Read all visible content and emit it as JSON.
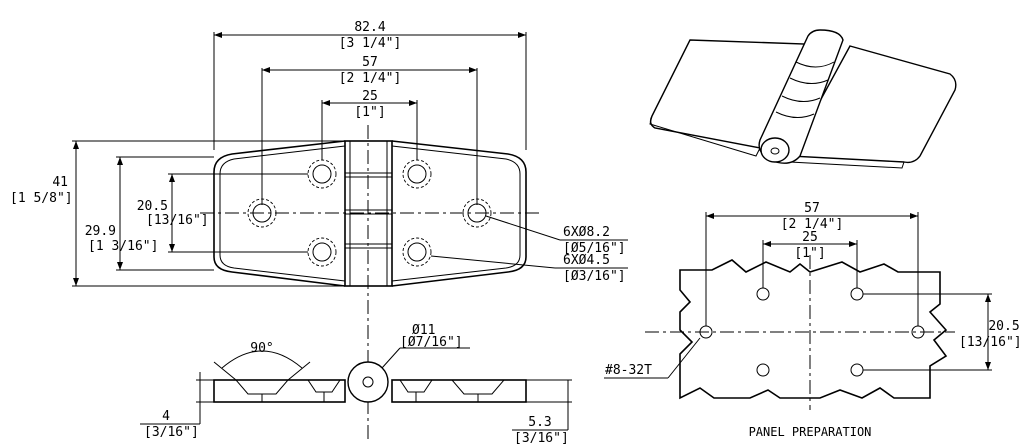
{
  "top_view": {
    "overall_width_mm": "82.4",
    "overall_width_in": "[3 1/4\"]",
    "outer_spacing_mm": "57",
    "outer_spacing_in": "[2 1/4\"]",
    "inner_spacing_mm": "25",
    "inner_spacing_in": "[1\"]",
    "height_mm": "41",
    "height_in": "[1 5/8\"]",
    "edge_height_mm": "29.9",
    "edge_height_in": "[1 3/16\"]",
    "hole_spacing_mm": "20.5",
    "hole_spacing_in": "[13/16\"]",
    "large_hole_label": "6XØ8.2",
    "large_hole_in": "[Ø5/16\"]",
    "small_hole_label": "6XØ4.5",
    "small_hole_in": "[Ø3/16\"]"
  },
  "side_view": {
    "angle": "90°",
    "knuckle_dia_mm": "Ø11",
    "knuckle_dia_in": "[Ø7/16\"]",
    "thickness_mm": "4",
    "thickness_in": "[3/16\"]",
    "leaf_height_mm": "5.3",
    "leaf_height_in": "[3/16\"]"
  },
  "panel": {
    "outer_spacing_mm": "57",
    "outer_spacing_in": "[2 1/4\"]",
    "inner_spacing_mm": "25",
    "inner_spacing_in": "[1\"]",
    "vertical_mm": "20.5",
    "vertical_in": "[13/16\"]",
    "thread_label": "#8-32T",
    "caption": "PANEL PREPARATION"
  }
}
